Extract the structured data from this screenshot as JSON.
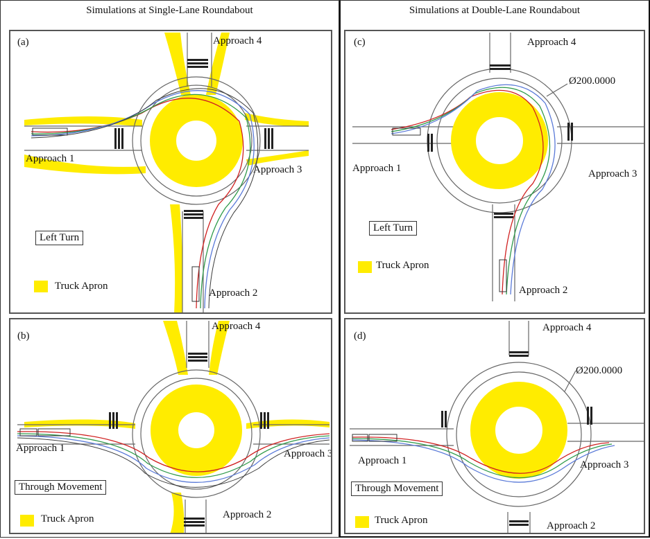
{
  "columns": {
    "left_title": "Simulations at Single-Lane Roundabout",
    "right_title": "Simulations at Double-Lane Roundabout"
  },
  "panels": {
    "a": {
      "tag": "(a)",
      "approach_1": "Approach 1",
      "approach_2": "Approach 2",
      "approach_3": "Approach 3",
      "approach_4": "Approach 4",
      "movement": "Left Turn",
      "legend": "Truck Apron"
    },
    "b": {
      "tag": "(b)",
      "approach_1": "Approach 1",
      "approach_2": "Approach 2",
      "approach_3": "Approach 3",
      "approach_4": "Approach 4",
      "movement": "Through Movement",
      "legend": "Truck Apron"
    },
    "c": {
      "tag": "(c)",
      "approach_1": "Approach 1",
      "approach_2": "Approach 2",
      "approach_3": "Approach 3",
      "approach_4": "Approach 4",
      "diameter": "Ø200.0000",
      "movement": "Left Turn",
      "legend": "Truck Apron"
    },
    "d": {
      "tag": "(d)",
      "approach_1": "Approach 1",
      "approach_2": "Approach 2",
      "approach_3": "Approach 3",
      "approach_4": "Approach 4",
      "diameter": "Ø200.0000",
      "movement": "Through Movement",
      "legend": "Truck Apron"
    }
  },
  "colors": {
    "truck_apron": "#ffec00",
    "road_line": "#666666",
    "path_red": "#d02020",
    "path_green": "#2e9a4a",
    "path_blue": "#5a7ad8",
    "path_dark": "#3a3a3a"
  }
}
